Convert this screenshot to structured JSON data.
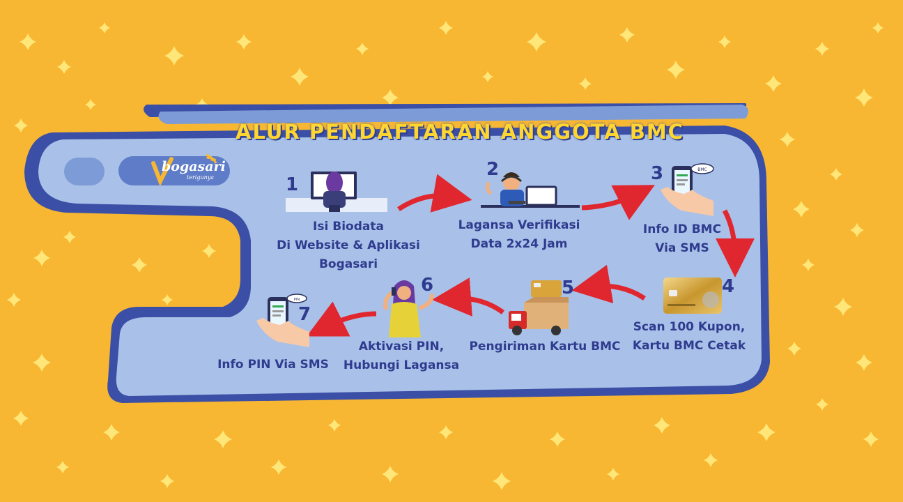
{
  "title": "ALUR PENDAFTARAN ANGGOTA BMC",
  "logo": {
    "main": "bogasari",
    "sub": "terigunya"
  },
  "steps": [
    {
      "num": "1",
      "lines": [
        "Isi Biodata",
        "Di Website & Aplikasi",
        "Bogasari"
      ],
      "icon": "person-at-computer"
    },
    {
      "num": "2",
      "lines": [
        "Lagansa Verifikasi",
        "Data 2x24 Jam"
      ],
      "icon": "call-center-agent"
    },
    {
      "num": "3",
      "lines": [
        "Info ID BMC",
        "Via SMS"
      ],
      "icon": "hand-holding-phone"
    },
    {
      "num": "4",
      "lines": [
        "Scan 100 Kupon,",
        "Kartu BMC Cetak"
      ],
      "icon": "gold-member-card"
    },
    {
      "num": "5",
      "lines": [
        "Pengiriman Kartu BMC"
      ],
      "icon": "delivery-truck"
    },
    {
      "num": "6",
      "lines": [
        "Aktivasi PIN,",
        "Hubungi Lagansa"
      ],
      "icon": "woman-on-phone"
    },
    {
      "num": "7",
      "lines": [
        "Info PIN Via SMS"
      ],
      "icon": "hand-holding-phone"
    }
  ],
  "colors": {
    "background": "#f8b733",
    "panel": "#a9c1e8",
    "panel_border": "#3b4fa6",
    "title": "#ffd530",
    "text": "#2f3b8e",
    "arrow": "#e0262e"
  }
}
